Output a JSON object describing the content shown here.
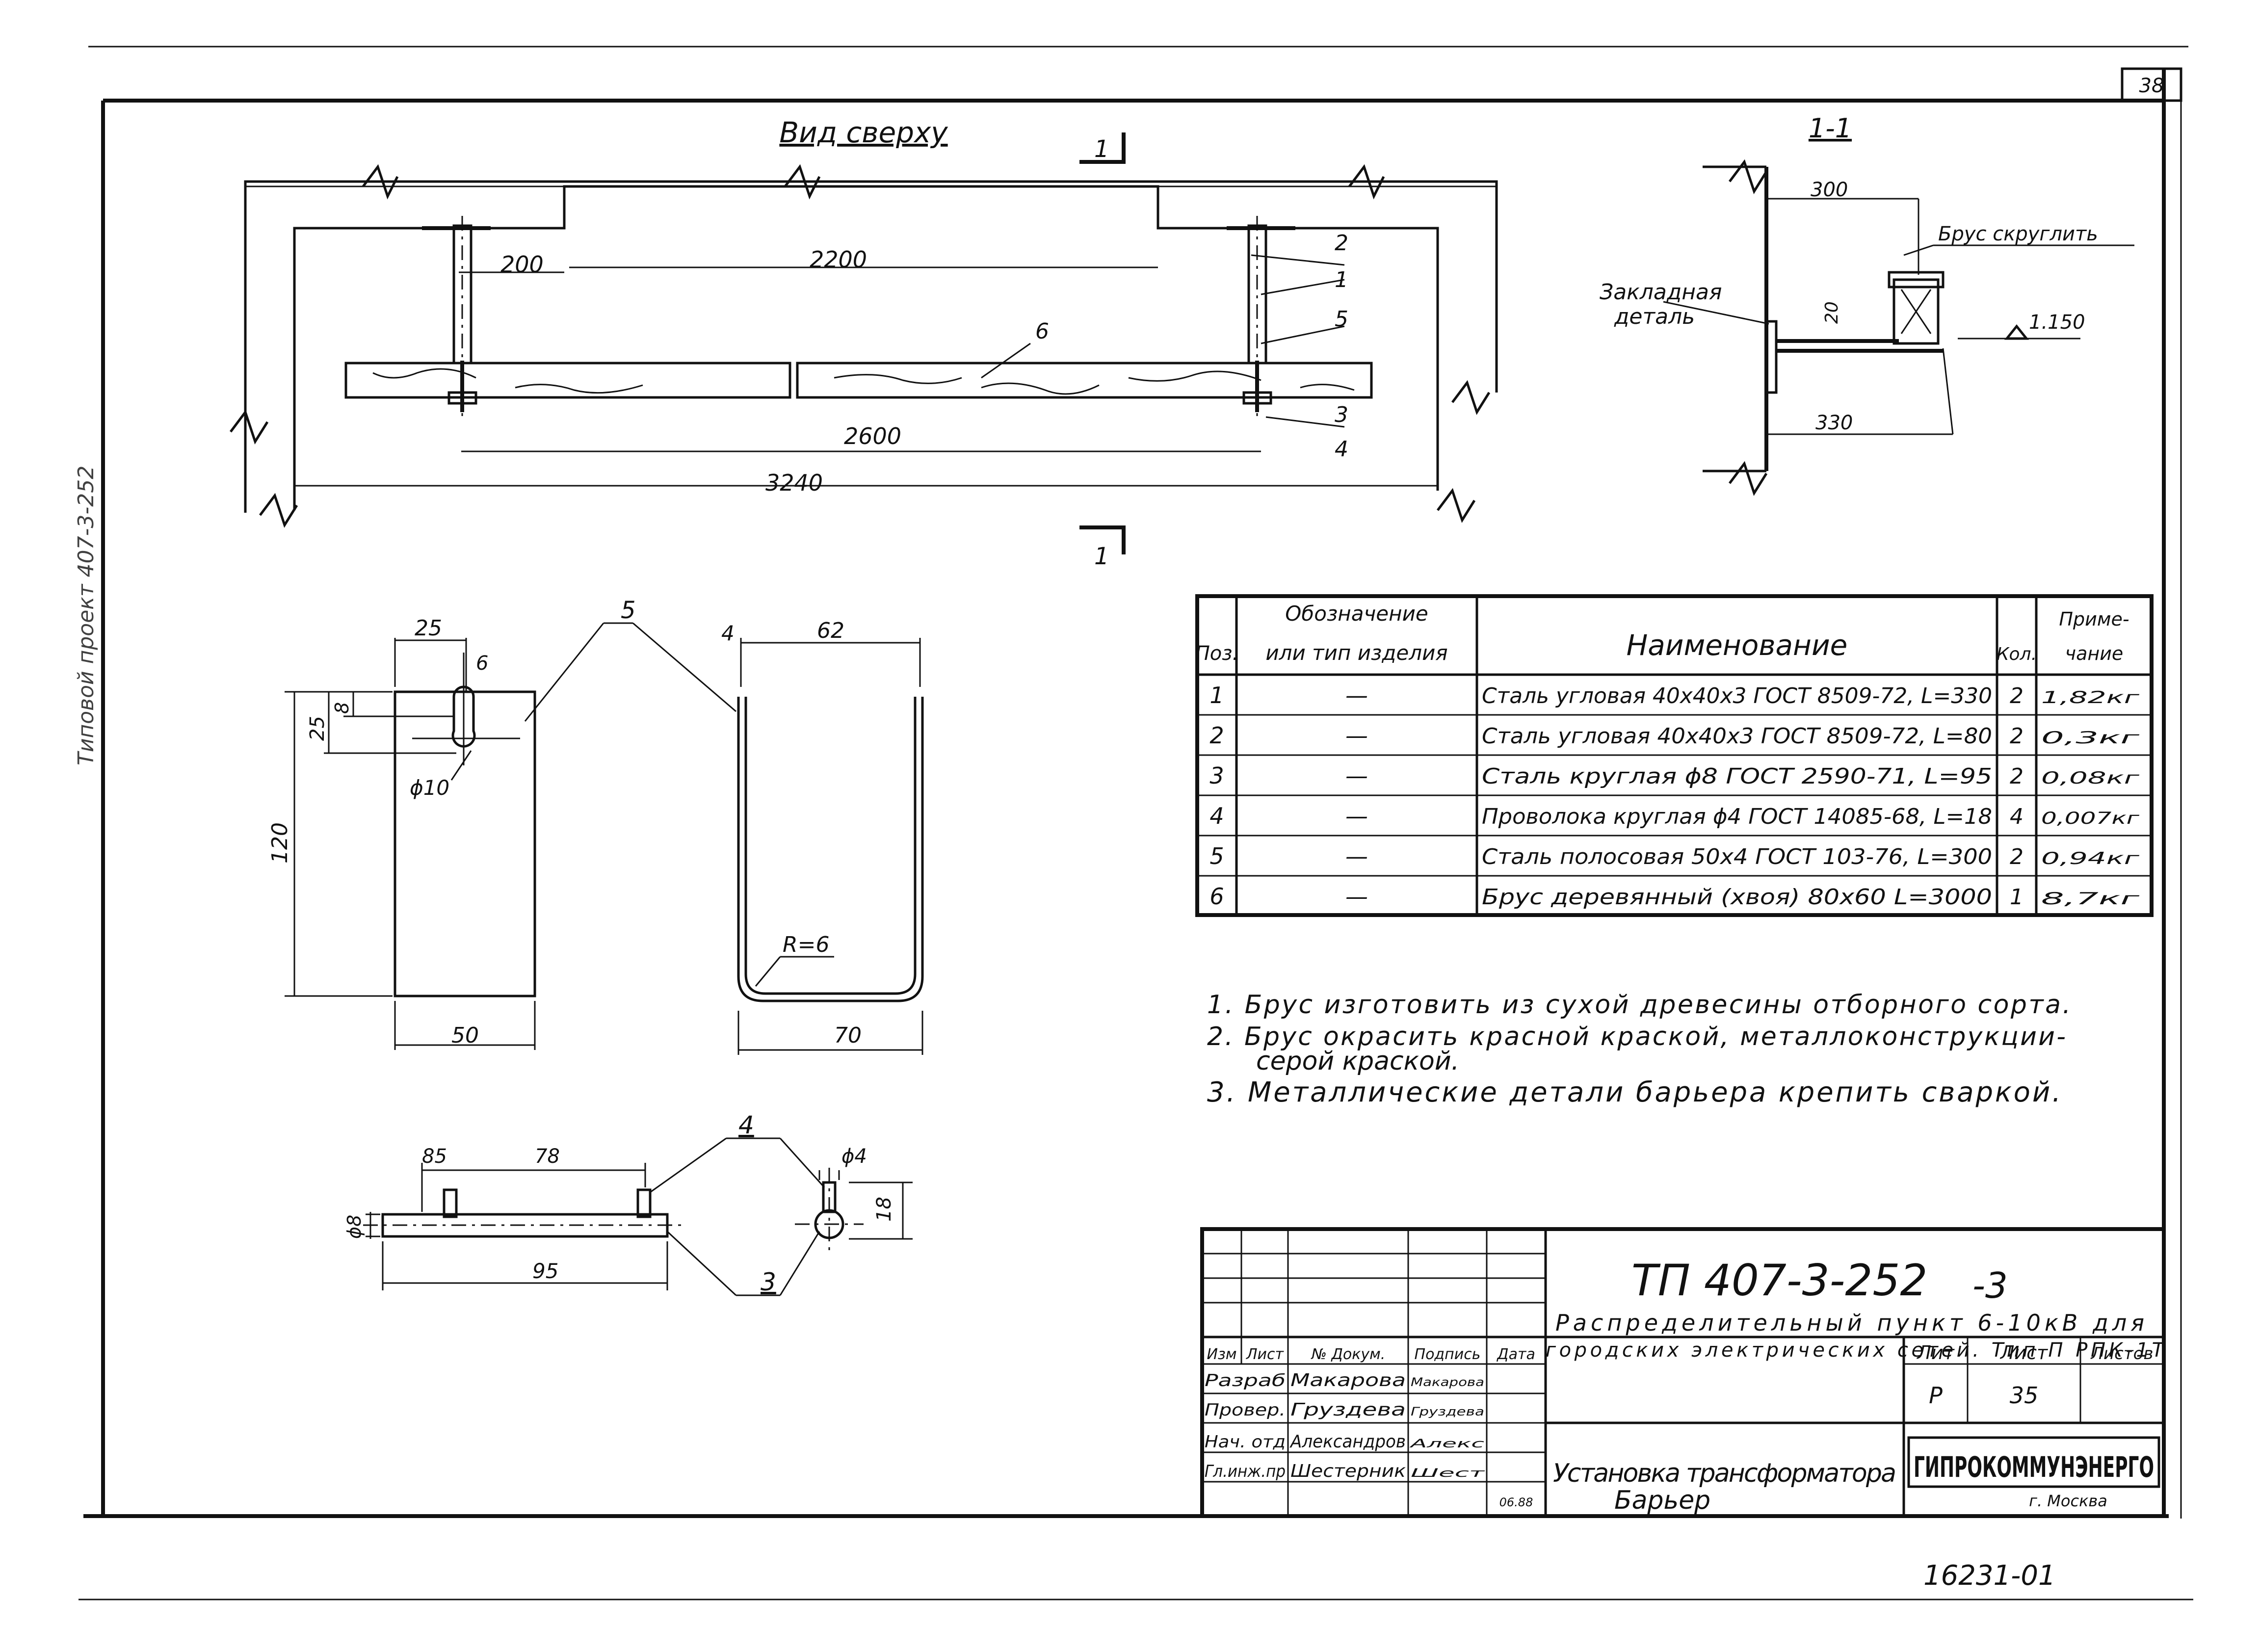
{
  "sheet_number": "38",
  "left_margin_text": "Типовой проект 407-3-252",
  "views": {
    "top_view_title": "Вид сверху",
    "section_title": "1-1",
    "section_mark": "1",
    "top_dims": {
      "d200": "200",
      "d2200": "2200",
      "d2600": "2600",
      "d3240": "3240"
    },
    "top_callouts": [
      "2",
      "1",
      "5",
      "6",
      "3",
      "4"
    ],
    "section_labels": {
      "embed_1": "Закладная",
      "embed_2": "деталь",
      "bar_label": "Брус скруглить",
      "level": "1.150",
      "d300": "300",
      "d20": "20",
      "d330": "330"
    },
    "plate_dims": {
      "w25": "25",
      "w6": "6",
      "h8": "8",
      "h25": "25",
      "dia": "ϕ10",
      "h120": "120",
      "w50": "50",
      "callout": "5"
    },
    "strip_dims": {
      "w4": "4",
      "w62": "62",
      "radius": "R=6",
      "w70": "70"
    },
    "pin_dims": {
      "d85": "85",
      "d78": "78",
      "d8": "ϕ8",
      "d95": "95",
      "callout4": "4",
      "callout3": "3",
      "dia4": "ϕ4",
      "h18": "18"
    }
  },
  "spec_table": {
    "headers": {
      "pos": "Поз.",
      "designation_1": "Обозначение",
      "designation_2": "или тип изделия",
      "name": "Наименование",
      "qty": "Кол.",
      "note_1": "Приме-",
      "note_2": "чание"
    },
    "rows": [
      {
        "pos": "1",
        "designation": "—",
        "name": "Сталь угловая 40х40х3 ГОСТ 8509-72, L=330",
        "qty": "2",
        "note": "1,82кг"
      },
      {
        "pos": "2",
        "designation": "—",
        "name": "Сталь угловая 40х40х3 ГОСТ 8509-72, L=80",
        "qty": "2",
        "note": "0,3кг"
      },
      {
        "pos": "3",
        "designation": "—",
        "name": "Сталь круглая ϕ8 ГОСТ 2590-71, L=95",
        "qty": "2",
        "note": "0,08кг"
      },
      {
        "pos": "4",
        "designation": "—",
        "name": "Проволока круглая ϕ4 ГОСТ 14085-68, L=18",
        "qty": "4",
        "note": "0,007кг"
      },
      {
        "pos": "5",
        "designation": "—",
        "name": "Сталь полосовая 50х4 ГОСТ 103-76, L=300",
        "qty": "2",
        "note": "0,94кг"
      },
      {
        "pos": "6",
        "designation": "—",
        "name": "Брус деревянный (хвоя) 80х60 L=3000",
        "qty": "1",
        "note": "8,7кг"
      }
    ]
  },
  "notes": [
    "1. Брус изготовить из сухой древесины отборного сорта.",
    "2. Брус окрасить красной краской, металлоконструкции-",
    "серой краской.",
    "3. Металлические детали барьера крепить сваркой."
  ],
  "title_block": {
    "doc_code": "ТП 407-3-252",
    "doc_suffix": "-3",
    "project_title_1": "Распределительный пункт 6-10кВ для",
    "project_title_2": "городских электрических сетей. Тип П РПК-1Т",
    "col_headers": [
      "Изм",
      "Лист",
      "№ Докум.",
      "Подпись",
      "Дата"
    ],
    "roles": [
      {
        "role": "Разраб",
        "name": "Макарова",
        "sign": "Макарова"
      },
      {
        "role": "Провер.",
        "name": "Груздева",
        "sign": "Груздева"
      },
      {
        "role": "Нач. отд",
        "name": "Александров",
        "sign": "Алекс"
      },
      {
        "role": "Гл.инж.пр",
        "name": "Шестерник",
        "sign": "Шест"
      }
    ],
    "date": "06.88",
    "stage_label": "Лит",
    "sheet_label": "Лист",
    "sheets_label": "Листов",
    "stage_value": "Р",
    "sheet_value": "35",
    "sheet_name_1": "Установка трансформатора",
    "sheet_name_2": "Барьер",
    "org_name": "ГИПРОКОММУНЭНЕРГО",
    "org_city": "г. Москва"
  },
  "bottom_number": "16231-01"
}
